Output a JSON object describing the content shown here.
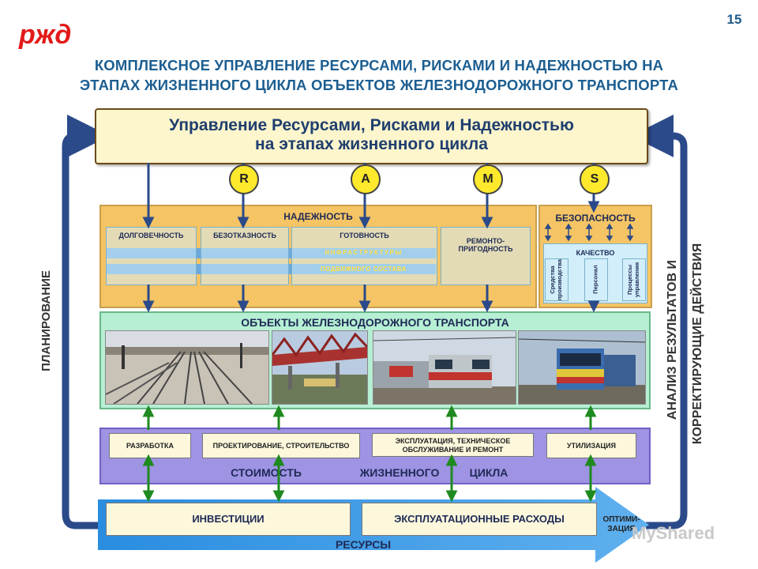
{
  "header": {
    "page_number": "15",
    "title_line1": "КОМПЛЕКСНОЕ УПРАВЛЕНИЕ РЕСУРСАМИ, РИСКАМИ И НАДЕЖНОСТЬЮ НА",
    "title_line2": "ЭТАПАХ ЖИЗНЕННОГО ЦИКЛА ОБЪЕКТОВ ЖЕЛЕЗНОДОРОЖНОГО ТРАНСПОРТА"
  },
  "logo": {
    "text": "РЖД",
    "color": "#e21a1a"
  },
  "top_box": {
    "line1": "Управление Ресурсами, Рисками и Надежностью",
    "line2": "на этапах жизненного цикла"
  },
  "circles": [
    "R",
    "A",
    "M",
    "S"
  ],
  "reliability": {
    "title": "НАДЕЖНОСТЬ",
    "items": [
      "ДОЛГОВЕЧНОСТЬ",
      "БЕЗОТКАЗНОСТЬ",
      "ГОТОВНОСТЬ",
      "РЕМОНТО-\nПРИГОДНОСТЬ"
    ],
    "strip1": "ИНФРАСТРУКТУРЫ",
    "strip2": "ПОДВИЖНОГО СОСТАВА"
  },
  "safety": {
    "title": "БЕЗОПАСНОСТЬ",
    "quality": "КАЧЕСТВО",
    "items": [
      "Средства\nпроизводства",
      "Персонал",
      "Процессы\nуправления"
    ]
  },
  "objects": {
    "title": "ОБЪЕКТЫ ЖЕЛЕЗНОДОРОЖНОГО ТРАНСПОРТА"
  },
  "lifecycle": {
    "stages": [
      "РАЗРАБОТКА",
      "ПРОЕКТИРОВАНИЕ, СТРОИТЕЛЬСТВО",
      "ЭКСПЛУАТАЦИЯ, ТЕХНИЧЕСКОЕ\nОБСЛУЖИВАНИЕ И РЕМОНТ",
      "УТИЛИЗАЦИЯ"
    ],
    "title_words": [
      "СТОИМОСТЬ",
      "ЖИЗНЕННОГО",
      "ЦИКЛА"
    ]
  },
  "resources": {
    "title": "РЕСУРСЫ",
    "items": [
      "ИНВЕСТИЦИИ",
      "ЭКСПЛУАТАЦИОННЫЕ РАСХОДЫ"
    ],
    "optim": "ОПТИМИ-\nЗАЦИЯ"
  },
  "left_label": "ПЛАНИРОВАНИЕ",
  "right_label1": "АНАЛИЗ РЕЗУЛЬТАТОВ И",
  "right_label2": "КОРРЕКТИРУЮЩИЕ ДЕЙСТВИЯ",
  "watermark": "MyShared",
  "colors": {
    "title_blue": "#1c5e91",
    "loop_arrow": "#2b4a8a",
    "green_arrow": "#1f8a1f"
  }
}
